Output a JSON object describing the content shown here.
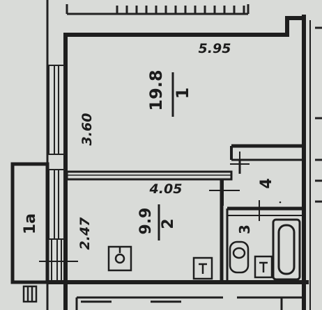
{
  "rooms": [
    {
      "number": "1",
      "area": "19.8"
    },
    {
      "number": "2",
      "area": "9.9"
    },
    {
      "number": "3"
    },
    {
      "number": "4"
    },
    {
      "number": "1a"
    }
  ],
  "dimensions": {
    "room1_width": "5.95",
    "room1_depth": "3.60",
    "room2_width": "4.05",
    "room2_depth": "2.47"
  }
}
